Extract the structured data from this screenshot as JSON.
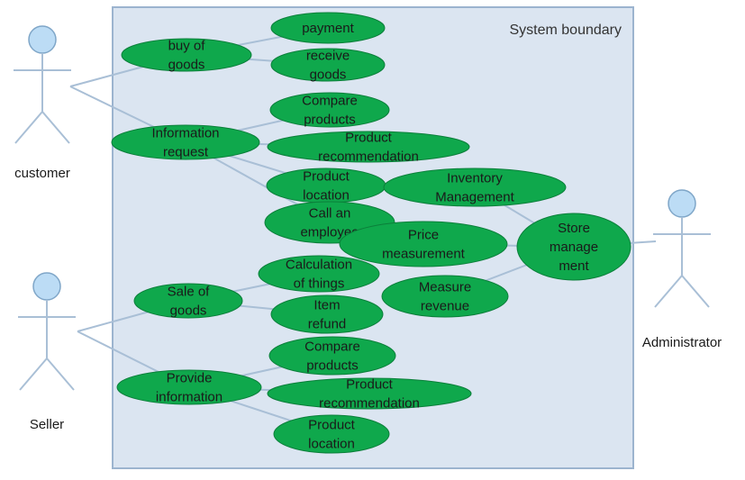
{
  "system_boundary": {
    "label": "System boundary"
  },
  "colors": {
    "boundary_fill": "#dbe5f1",
    "boundary_stroke": "#9cb4cf",
    "usecase_fill": "#0fa84c",
    "usecase_stroke": "#0b7f3a",
    "line": "#a9bfd6",
    "actor_head": "#bcdcf5",
    "actor_head_stroke": "#7fa6c8"
  },
  "actors": [
    {
      "id": "customer",
      "label": "customer"
    },
    {
      "id": "seller",
      "label": "Seller"
    },
    {
      "id": "administrator",
      "label": "Administrator"
    }
  ],
  "use_cases": [
    {
      "id": "buy",
      "lines": [
        "buy of",
        "goods"
      ]
    },
    {
      "id": "payment",
      "lines": [
        "payment"
      ]
    },
    {
      "id": "receive",
      "lines": [
        "receive",
        "goods"
      ]
    },
    {
      "id": "info_req",
      "lines": [
        "Information",
        "request"
      ]
    },
    {
      "id": "compare1",
      "lines": [
        "Compare",
        "products"
      ]
    },
    {
      "id": "recommend1",
      "lines": [
        "Product",
        "recommendation"
      ]
    },
    {
      "id": "location1",
      "lines": [
        "Product",
        "location"
      ]
    },
    {
      "id": "inventory",
      "lines": [
        "Inventory",
        "Management"
      ]
    },
    {
      "id": "call",
      "lines": [
        "Call an",
        "employee"
      ]
    },
    {
      "id": "price",
      "lines": [
        "Price",
        "measurement"
      ]
    },
    {
      "id": "store",
      "lines": [
        "Store",
        "manage",
        "ment"
      ]
    },
    {
      "id": "sale",
      "lines": [
        "Sale of",
        "goods"
      ]
    },
    {
      "id": "calc",
      "lines": [
        "Calculation",
        "of things"
      ]
    },
    {
      "id": "measure",
      "lines": [
        "Measure",
        "revenue"
      ]
    },
    {
      "id": "refund",
      "lines": [
        "Item",
        "refund"
      ]
    },
    {
      "id": "provide",
      "lines": [
        "Provide",
        "information"
      ]
    },
    {
      "id": "compare2",
      "lines": [
        "Compare",
        "products"
      ]
    },
    {
      "id": "recommend2",
      "lines": [
        "Product",
        "recommendation"
      ]
    },
    {
      "id": "location2",
      "lines": [
        "Product",
        "location"
      ]
    }
  ],
  "associations": [
    [
      "customer",
      "buy"
    ],
    [
      "customer",
      "info_req"
    ],
    [
      "buy",
      "payment"
    ],
    [
      "buy",
      "receive"
    ],
    [
      "info_req",
      "compare1"
    ],
    [
      "info_req",
      "recommend1"
    ],
    [
      "info_req",
      "location1"
    ],
    [
      "info_req",
      "call"
    ],
    [
      "seller",
      "sale"
    ],
    [
      "seller",
      "provide"
    ],
    [
      "sale",
      "calc"
    ],
    [
      "sale",
      "refund"
    ],
    [
      "provide",
      "compare2"
    ],
    [
      "provide",
      "recommend2"
    ],
    [
      "provide",
      "location2"
    ],
    [
      "administrator",
      "store"
    ],
    [
      "store",
      "inventory"
    ],
    [
      "store",
      "price"
    ],
    [
      "store",
      "measure"
    ]
  ]
}
